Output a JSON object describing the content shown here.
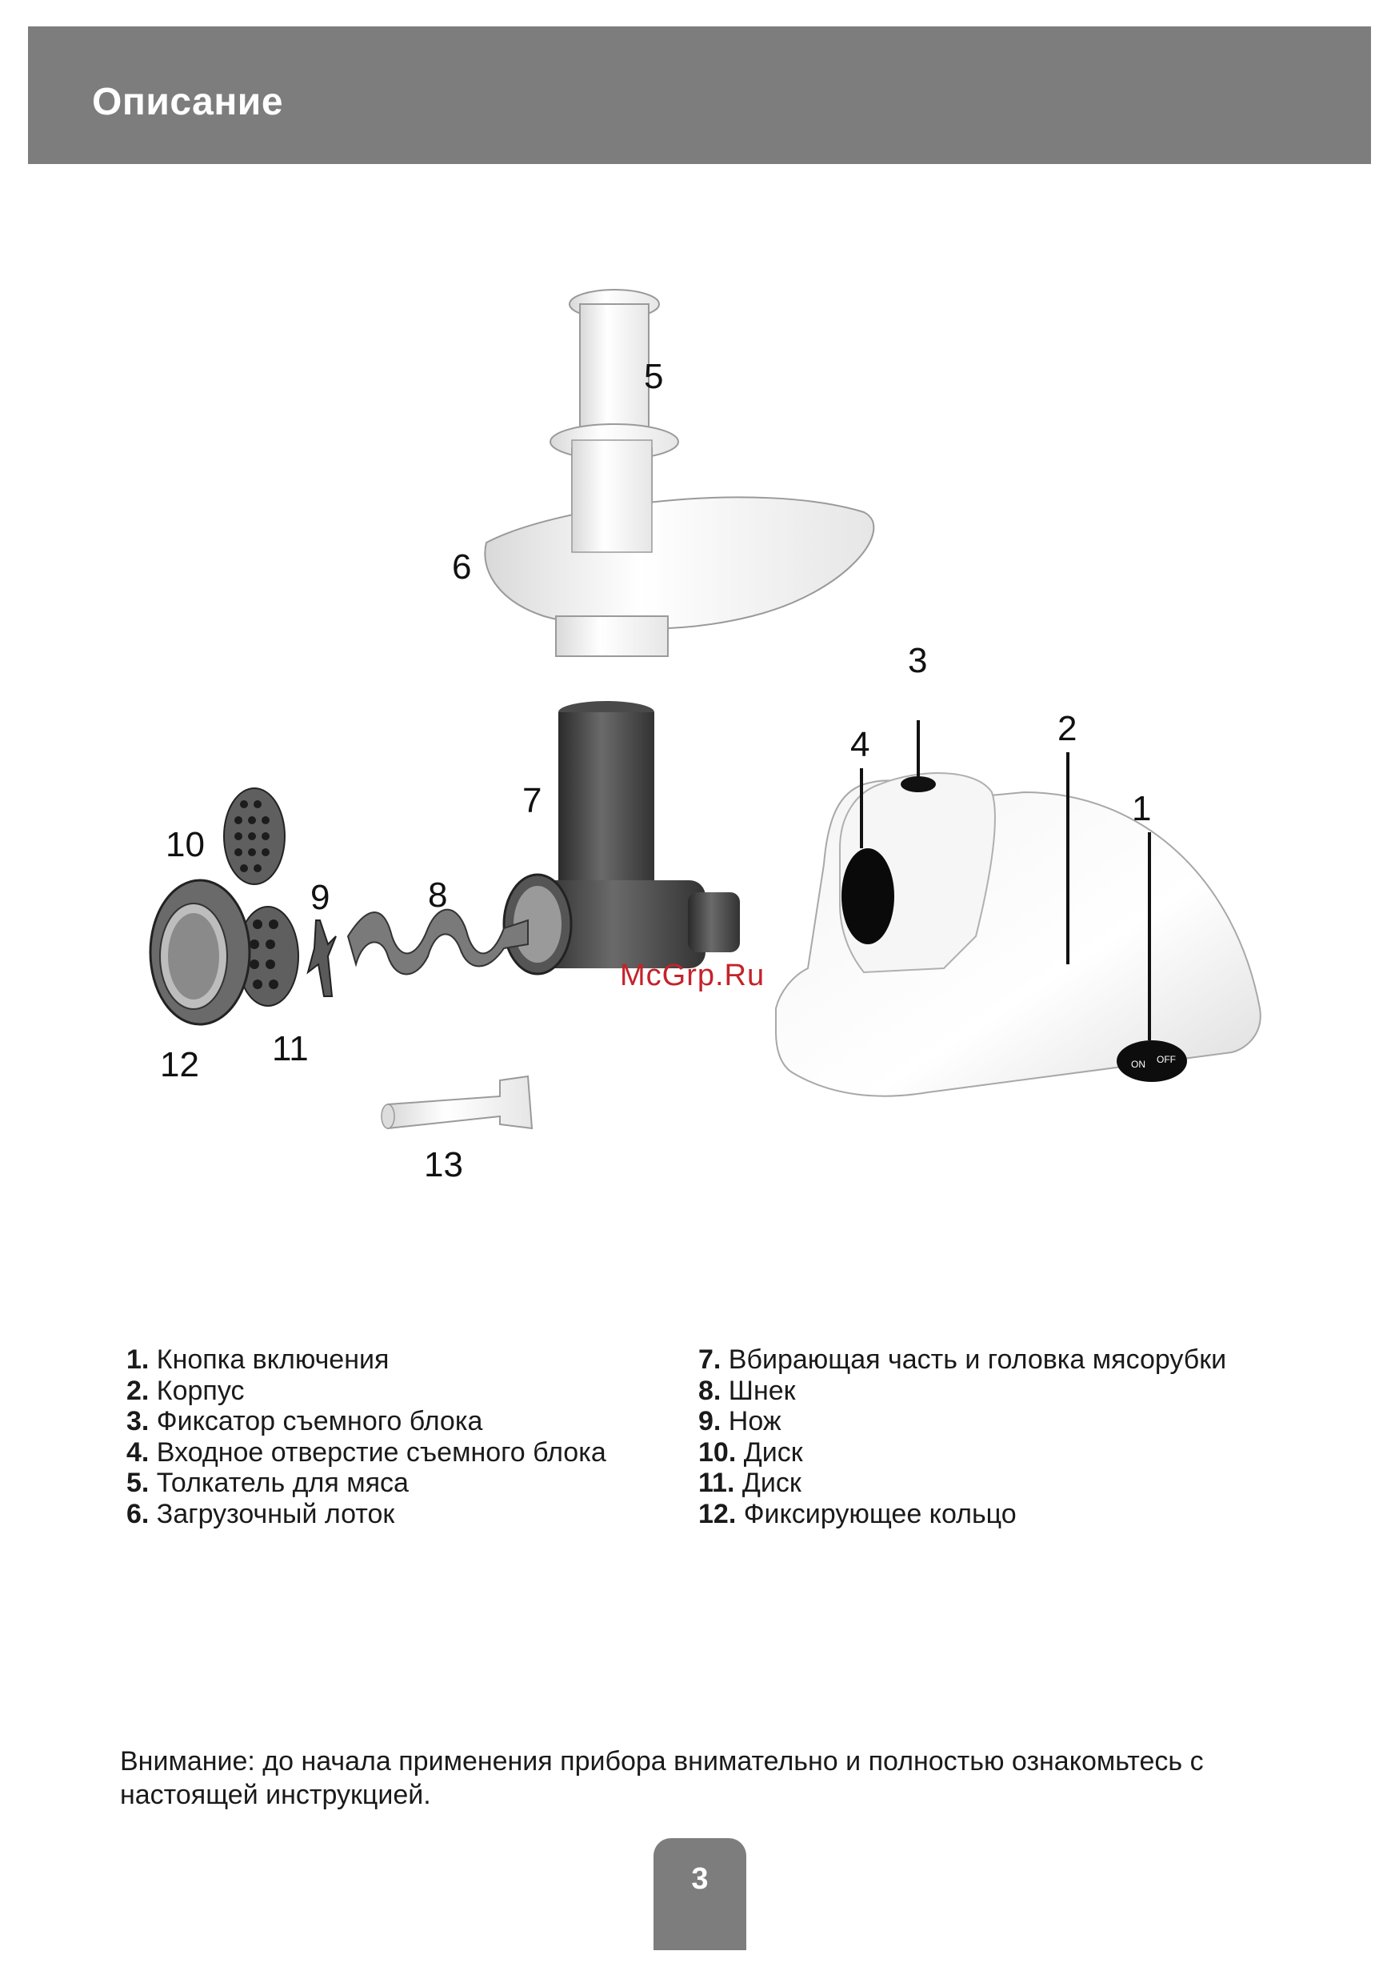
{
  "header": {
    "title": "Описание"
  },
  "diagram": {
    "callouts": [
      "1",
      "2",
      "3",
      "4",
      "5",
      "6",
      "7",
      "8",
      "9",
      "10",
      "11",
      "12",
      "13"
    ],
    "switch_on": "ON",
    "switch_off": "OFF",
    "watermark": "McGrp.Ru"
  },
  "legend_left": [
    {
      "num": "1.",
      "text": " Кнопка включения"
    },
    {
      "num": "2.",
      "text": " Корпус"
    },
    {
      "num": "3.",
      "text": " Фиксатор съемного блока"
    },
    {
      "num": "4.",
      "text": " Входное отверстие съемного блока"
    },
    {
      "num": "5.",
      "text": " Толкатель для мяса"
    },
    {
      "num": "6.",
      "text": " Загрузочный лоток"
    }
  ],
  "legend_right": [
    {
      "num": "7.",
      "text": " Вбирающая часть и головка мясорубки"
    },
    {
      "num": "8.",
      "text": " Шнек"
    },
    {
      "num": "9.",
      "text": " Нож"
    },
    {
      "num": "10.",
      "text": " Диск"
    },
    {
      "num": "11.",
      "text": " Диск"
    },
    {
      "num": "12.",
      "text": " Фиксирующее кольцо"
    }
  ],
  "notice": "Внимание: до начала применения прибора внимательно и полностью ознакомьтесь с настоящей инструкцией.",
  "page_number": "3"
}
